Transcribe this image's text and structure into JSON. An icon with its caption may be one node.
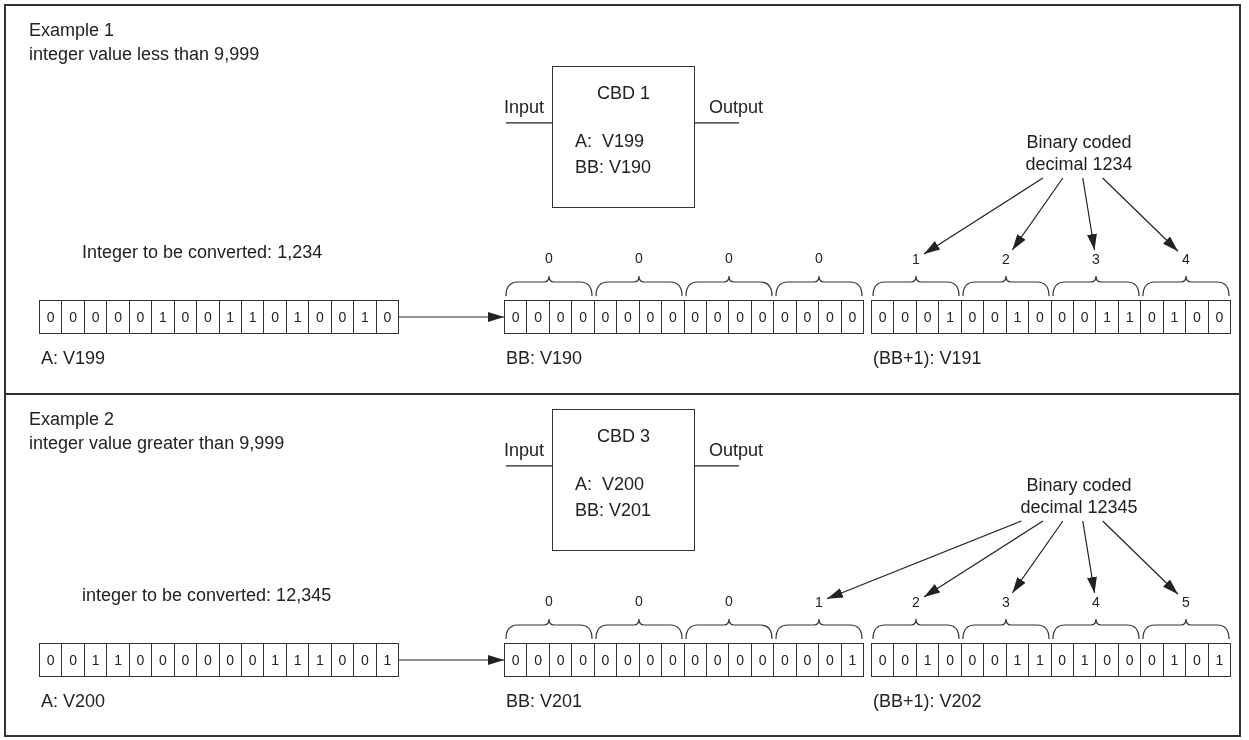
{
  "diagram": {
    "nodes": [
      {
        "text": [
          "Example 1",
          "integer value less than 9,999"
        ]
      },
      {
        "text": [
          "CBD 1",
          "A:  V199",
          "BB: V190"
        ],
        "in": 0
      },
      {
        "text": [
          "Binary coded decimal 1234"
        ],
        "in": 0
      },
      {
        "text": [
          "0",
          "0",
          "0",
          "0",
          "0",
          "1",
          "0",
          "0",
          "1",
          "1",
          "0",
          "1",
          "0",
          "0",
          "1",
          "0"
        ],
        "beside": [
          "Integer to be converted: 1,234",
          "A: V199"
        ],
        "in": 0
      },
      {
        "text": [
          "0",
          "0",
          "0",
          "0",
          "0",
          "0",
          "0",
          "0",
          "0",
          "0",
          "0",
          "0",
          "0",
          "0",
          "0",
          "0"
        ],
        "beside": [
          "BB: V190"
        ],
        "in": 0
      },
      {
        "text": [
          "0",
          "0",
          "0",
          "1",
          "0",
          "0",
          "1",
          "0",
          "0",
          "0",
          "1",
          "1",
          "0",
          "1",
          "0",
          "0"
        ],
        "beside": [
          "(BB+1): V191"
        ],
        "in": 0
      },
      {
        "text": [
          "1"
        ],
        "in": 0
      },
      {
        "text": [
          "2"
        ],
        "in": 0
      },
      {
        "text": [
          "3"
        ],
        "in": 0
      },
      {
        "text": [
          "4"
        ],
        "in": 0
      },
      {
        "text": [
          "Example 2",
          "integer value greater than 9,999"
        ]
      },
      {
        "text": [
          "CBD 3",
          "A:  V200",
          "BB: V201"
        ],
        "in": 10
      },
      {
        "text": [
          "Binary coded decimal 12345"
        ],
        "in": 10
      },
      {
        "text": [
          "0",
          "0",
          "1",
          "1",
          "0",
          "0",
          "0",
          "0",
          "0",
          "0",
          "1",
          "1",
          "1",
          "0",
          "0",
          "1"
        ],
        "beside": [
          "integer to be converted: 12,345",
          "A: V200"
        ],
        "in": 10
      },
      {
        "text": [
          "0",
          "0",
          "0",
          "0",
          "0",
          "0",
          "0",
          "0",
          "0",
          "0",
          "0",
          "0",
          "0",
          "0",
          "0",
          "1"
        ],
        "beside": [
          "BB: V201"
        ],
        "in": 10
      },
      {
        "text": [
          "0",
          "0",
          "1",
          "0",
          "0",
          "0",
          "1",
          "1",
          "0",
          "1",
          "0",
          "0",
          "0",
          "1",
          "0",
          "1"
        ],
        "beside": [
          "(BB+1): V202"
        ],
        "in": 10
      },
      {
        "text": [
          "1"
        ],
        "in": 10
      },
      {
        "text": [
          "2"
        ],
        "in": 10
      },
      {
        "text": [
          "3"
        ],
        "in": 10
      },
      {
        "text": [
          "4"
        ],
        "in": 10
      },
      {
        "text": [
          "5"
        ],
        "in": 10
      }
    ],
    "edges": [
      {
        "from": null,
        "to": 1,
        "arrow": "none",
        "label": "Input"
      },
      {
        "from": 1,
        "to": null,
        "arrow": "none",
        "label": "Output"
      },
      {
        "from": 3,
        "to": 4,
        "arrow": "to"
      },
      {
        "from": 2,
        "to": 6,
        "arrow": "to"
      },
      {
        "from": 2,
        "to": 7,
        "arrow": "to"
      },
      {
        "from": 2,
        "to": 8,
        "arrow": "to"
      },
      {
        "from": 2,
        "to": 9,
        "arrow": "to"
      },
      {
        "from": null,
        "to": 11,
        "arrow": "none",
        "label": "Input"
      },
      {
        "from": 11,
        "to": null,
        "arrow": "none",
        "label": "Output"
      },
      {
        "from": 13,
        "to": 14,
        "arrow": "to"
      },
      {
        "from": 12,
        "to": 16,
        "arrow": "to"
      },
      {
        "from": 12,
        "to": 17,
        "arrow": "to"
      },
      {
        "from": 12,
        "to": 18,
        "arrow": "to"
      },
      {
        "from": 12,
        "to": 19,
        "arrow": "to"
      },
      {
        "from": 12,
        "to": 20,
        "arrow": "to"
      }
    ],
    "labels": [
      "0",
      "0",
      "0",
      "0",
      "0",
      "0",
      "0"
    ]
  }
}
